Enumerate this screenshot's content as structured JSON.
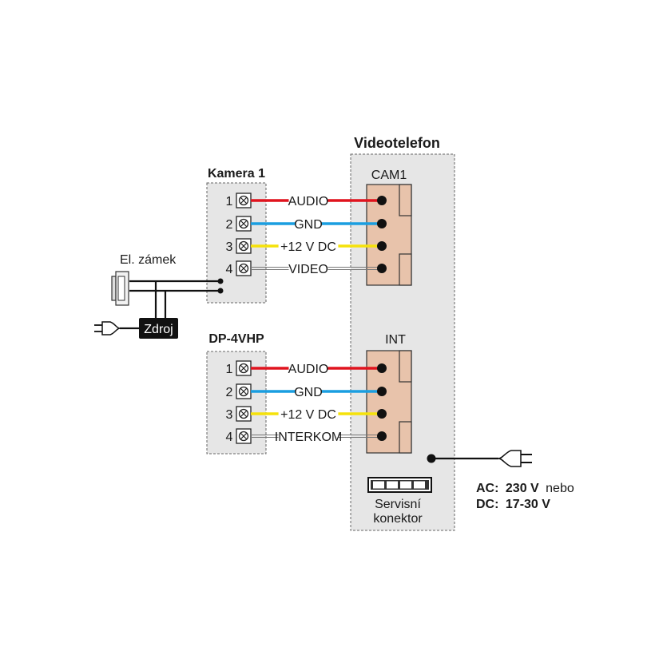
{
  "videotelefon": {
    "title": "Videotelefon",
    "cam_label": "CAM1",
    "int_label": "INT",
    "service_connector": [
      "Servisní",
      "konektor"
    ]
  },
  "camera": {
    "title": "Kamera 1",
    "terminals": [
      "1",
      "2",
      "3",
      "4"
    ]
  },
  "doorphone": {
    "title": "DP-4VHP",
    "terminals": [
      "1",
      "2",
      "3",
      "4"
    ]
  },
  "cam_wires": [
    "AUDIO",
    "GND",
    "+12 V DC",
    "VIDEO"
  ],
  "int_wires": [
    "AUDIO",
    "GND",
    "+12 V DC",
    "INTERKOM"
  ],
  "lock": {
    "label": "El. zámek"
  },
  "power_supply": {
    "label": "Zdroj"
  },
  "power_input": {
    "ac_prefix": "AC:",
    "ac_value": "230 V",
    "ac_suffix": "nebo",
    "dc_prefix": "DC:",
    "dc_value": "17-30 V"
  },
  "colors": {
    "audio": "#e0141e",
    "gnd": "#1a9ee0",
    "power": "#f5e20a",
    "video": "#8a8a8a",
    "box_fill": "#e6e6e6",
    "connector_fill": "#e8c3ab"
  }
}
